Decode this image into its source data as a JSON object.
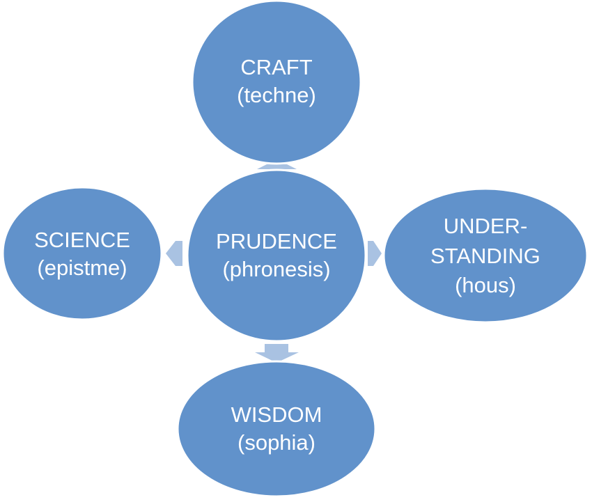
{
  "diagram": {
    "colors": {
      "node_fill": "#6192cb",
      "node_stroke": "#ffffff",
      "arrow_fill": "#a9c2e2",
      "text": "#ffffff"
    },
    "center": {
      "line1": "PRUDENCE",
      "line2": "(phronesis)"
    },
    "top": {
      "line1": "CRAFT",
      "line2": "(techne)"
    },
    "left": {
      "line1": "SCIENCE",
      "line2": "(epistme)"
    },
    "right": {
      "line1": "UNDER-",
      "line2": "STANDING",
      "line3": "(hous)"
    },
    "bottom": {
      "line1": "WISDOM",
      "line2": "(sophia)"
    }
  }
}
